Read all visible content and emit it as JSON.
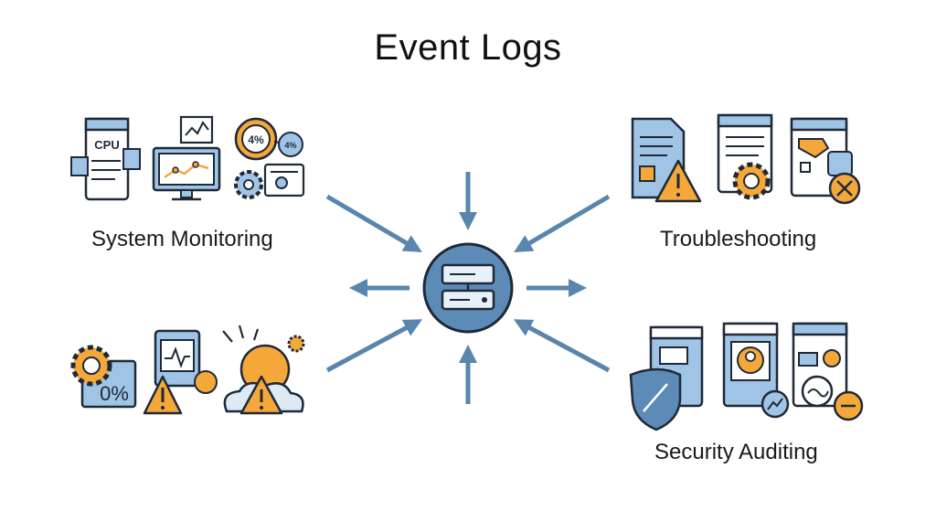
{
  "title": "Event Logs",
  "categories": {
    "system_monitoring": "System Monitoring",
    "troubleshooting": "Troubleshooting",
    "security_auditing": "Security Auditing"
  },
  "icon_texts": {
    "cpu": "CPU",
    "gauge_percent": "4%",
    "gauge_percent_small": "4%",
    "storage_percent": "0%"
  },
  "colors": {
    "arrow": "#5a85ad",
    "hub_fill": "#5b8bb6",
    "icon_blue": "#9fc4e6",
    "icon_orange": "#f5a83a",
    "outline": "#1f2937"
  }
}
